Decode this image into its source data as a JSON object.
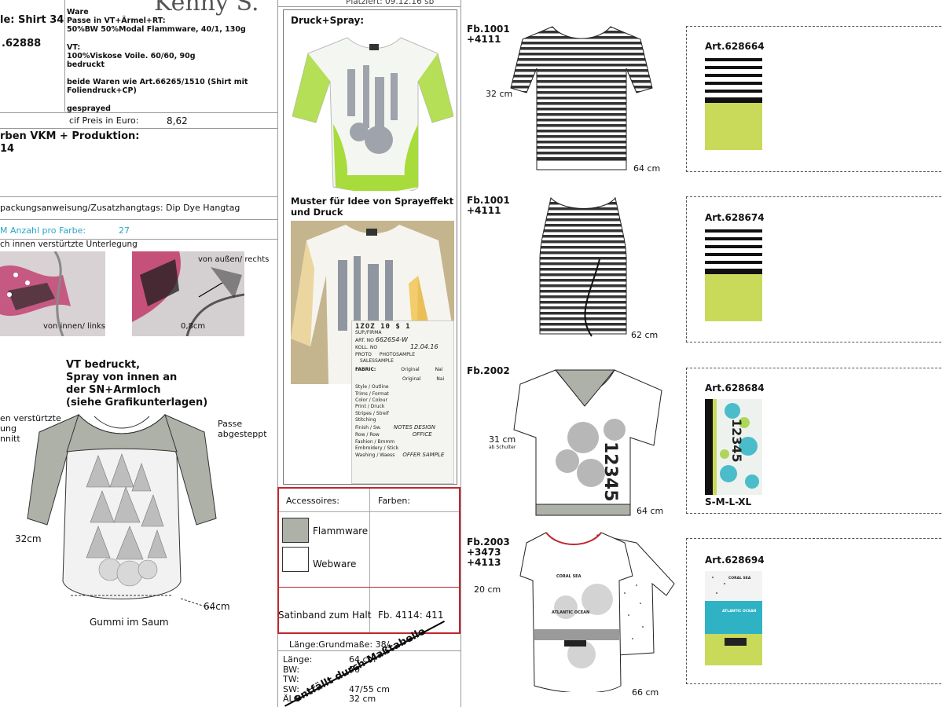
{
  "header": {
    "style_label": "le: Shirt 34",
    "article_no": ".62888",
    "logo_text": "Kenny S.",
    "placed_date": "Platziert: 09.12.16 sb"
  },
  "fabric": {
    "heading": "Ware",
    "lines": [
      "Passe in VT+Ärmel+RT:",
      "50%BW 50%Modal Flammware, 40/1, 130g",
      "",
      "VT:",
      "100%Viskose Voile. 60/60, 90g",
      "bedruckt",
      "",
      "beide Waren wie Art.66265/1510 (Shirt mit",
      "Foliendruck+CP)",
      "",
      "gesprayed"
    ]
  },
  "price": {
    "label": "cif Preis in Euro:",
    "value": "8,62"
  },
  "colors_section": {
    "heading": "rben VKM + Produktion:",
    "value": "14"
  },
  "packing": {
    "text": "packungsanweisung/Zusatzhangtags: Dip Dye Hangtag"
  },
  "quantity": {
    "label": "M Anzahl pro Farbe:",
    "value": "27"
  },
  "detail_photos": {
    "caption": "ch innen verstürtzte Unterlegung",
    "label_inside": "von innen/ links",
    "label_outside": "von außen/ rechts",
    "label_width": "0,8cm"
  },
  "sketch": {
    "title_lines": [
      "VT bedruckt,",
      "Spray von innen an",
      "der SN+Armloch",
      "(siehe Grafikunterlagen)"
    ],
    "note_left": [
      "en verstürtzte",
      "ung",
      "nnitt"
    ],
    "note_right": [
      "Passe",
      "abgesteppt"
    ],
    "measure_width": "32cm",
    "measure_length": "64cm",
    "hem_label": "Gummi im Saum"
  },
  "mid": {
    "druck_heading": "Druck+Spray:",
    "muster_heading": "Muster für Idee von Sprayeffekt und Druck",
    "tag": {
      "lines": [
        "SUP./FIRMA",
        "ART. NO",
        "KOLL. NO",
        "PROTO",
        "FABRIC:",
        "Style / Outline",
        "Trims / Format",
        "Color / Colour",
        "Print / Druck",
        "Stripes / Streif",
        "Stitching",
        "Finish / Sw.",
        "Row / Row",
        "Fashion / Bmmm",
        "Embroidery / Stick",
        "Washing / Waess"
      ],
      "handwritten": [
        "6626S4-W",
        "12.04.16",
        "NOTES DESIGN",
        "OFFICE",
        "OFFER SAMPLE"
      ],
      "col_photo": "PHOTOSAMPLE",
      "col_sales": "SALESSAMPLE",
      "original": "Original",
      "nai": "Nai"
    }
  },
  "accessories": {
    "label": "Accessoires:",
    "colors_label": "Farben:",
    "flammware": "Flammware",
    "webware": "Webware",
    "satin": "Satinband zum Halt",
    "satin_color": "Fb. 4114: 411"
  },
  "measurements": {
    "header": "Länge:Grundmaße: 38/",
    "stamp": "entfällt durch Maßtabelle",
    "rows": [
      {
        "label": "Länge:",
        "value": "64 cm"
      },
      {
        "label": "BW:",
        "value": "50"
      },
      {
        "label": "TW:",
        "value": ""
      },
      {
        "label": "SW:",
        "value": "47/55 cm"
      },
      {
        "label": "ÄLG",
        "value": "32 cm"
      }
    ]
  },
  "variants": [
    {
      "fb": [
        "Fb.1001",
        "+4111"
      ],
      "m1": "32 cm",
      "m2": "64 cm",
      "art": "Art.628664"
    },
    {
      "fb": [
        "Fb.1001",
        "+4111"
      ],
      "m1": "",
      "m2": "62 cm",
      "art": "Art.628674"
    },
    {
      "fb": [
        "Fb.2002"
      ],
      "m1": "31 cm",
      "m1sub": "ab Schulter",
      "m2": "64 cm",
      "art": "Art.628684",
      "sizes": "S-M-L-XL",
      "print_numbers": "12345"
    },
    {
      "fb": [
        "Fb.2003",
        "+3473",
        "+4113"
      ],
      "m1": "20 cm",
      "m2": "66 cm",
      "art": "Art.628694",
      "print_coral": "CORAL SEA",
      "print_atlantic": "ATLANTIC OCEAN"
    }
  ],
  "colors": {
    "lime": "#c9d95a",
    "grey": "#adb1a8",
    "red_border": "#c0262d",
    "cyan": "#2aa6c8",
    "teal": "#2fb3c4"
  }
}
